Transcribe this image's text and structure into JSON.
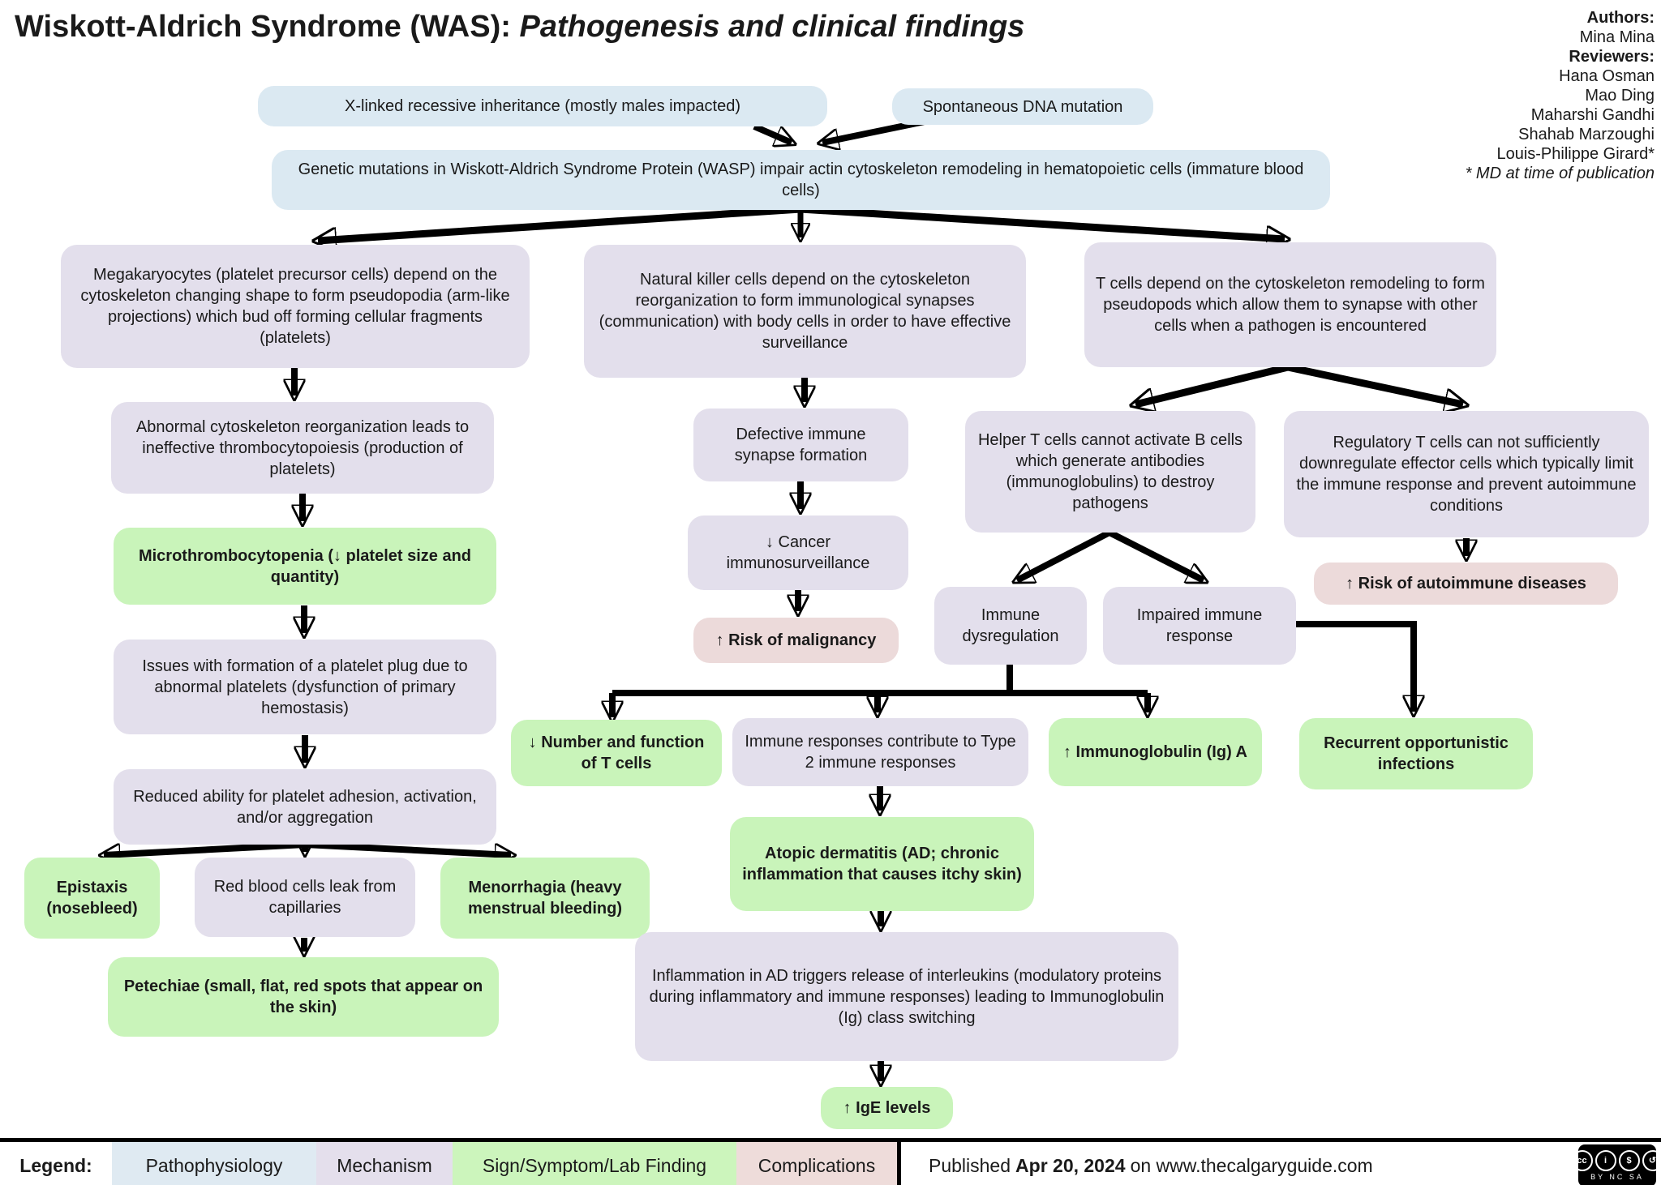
{
  "title": {
    "main": "Wiskott-Aldrich Syndrome (WAS): ",
    "italic": "Pathogenesis and clinical findings"
  },
  "credits": {
    "authors_label": "Authors:",
    "authors": [
      "Mina Mina"
    ],
    "reviewers_label": "Reviewers:",
    "reviewers": [
      "Hana Osman",
      "Mao Ding",
      "Maharshi Gandhi",
      "Shahab Marzoughi",
      "Louis-Philippe Girard*"
    ],
    "footnote": "* MD at time of publication"
  },
  "nodes": {
    "xlinked": "X-linked recessive inheritance (mostly males impacted)",
    "spontaneous": "Spontaneous DNA mutation",
    "genetic": "Genetic mutations in Wiskott-Aldrich Syndrome Protein (WASP) impair actin cytoskeleton remodeling in hematopoietic cells (immature blood cells)",
    "mega": "Megakaryocytes (platelet precursor cells) depend on the cytoskeleton changing shape to form pseudopodia (arm-like projections) which bud off forming cellular fragments (platelets)",
    "abnormal_cyto": "Abnormal cytoskeleton reorganization leads to ineffective thrombocytopoiesis (production of platelets)",
    "microthrombo": "Microthrombocytopenia (↓ platelet size and quantity)",
    "platelet_plug": "Issues with formation of a platelet plug due to abnormal platelets (dysfunction of primary hemostasis)",
    "reduced_platelet": "Reduced ability for platelet adhesion, activation, and/or aggregation",
    "epistaxis": "Epistaxis (nosebleed)",
    "rbc_leak": "Red blood cells leak from capillaries",
    "menorrhagia": "Menorrhagia (heavy menstrual bleeding)",
    "petechiae": "Petechiae (small, flat, red spots that appear on the skin)",
    "nk_cells": "Natural killer cells depend on the cytoskeleton reorganization to form immunological synapses (communication) with body cells in order to have effective surveillance",
    "defective_synapse": "Defective immune synapse formation",
    "cancer_immuno": "↓ Cancer immunosurveillance",
    "risk_malignancy": "↑ Risk of malignancy",
    "t_cells": "T cells depend on the cytoskeleton remodeling to form pseudopods which allow them to synapse with other cells when a pathogen is encountered",
    "helper_t": "Helper T cells cannot activate B cells which generate antibodies (immunoglobulins) to destroy pathogens",
    "regulatory_t": "Regulatory T cells can not sufficiently downregulate effector cells which typically limit the immune response and prevent autoimmune conditions",
    "risk_autoimmune": "↑ Risk of autoimmune diseases",
    "immune_dysreg": "Immune dysregulation",
    "impaired_immune": "Impaired immune response",
    "t_cell_number": "↓ Number and function of T cells",
    "type2": "Immune responses contribute to Type 2 immune responses",
    "iga": "↑ Immunoglobulin (Ig) A",
    "recurrent_infections": "Recurrent opportunistic infections",
    "atopic": "Atopic dermatitis (AD; chronic inflammation that causes itchy skin)",
    "interleukins": "Inflammation in AD triggers release of interleukins (modulatory proteins during inflammatory and immune responses) leading to Immunoglobulin (Ig) class switching",
    "ige": "↑ IgE levels"
  },
  "legend": {
    "label": "Legend:",
    "items": [
      {
        "label": "Pathophysiology",
        "color": "#dfeaf2"
      },
      {
        "label": "Mechanism",
        "color": "#e4dfec"
      },
      {
        "label": "Sign/Symptom/Lab Finding",
        "color": "#ccf5bc"
      },
      {
        "label": "Complications",
        "color": "#eedcda"
      }
    ]
  },
  "footer": {
    "published_prefix": "Published",
    "published_date": "Apr 20, 2024",
    "published_suffix": "on www.thecalgaryguide.com",
    "license": {
      "icon_glyphs": [
        "cc",
        "i",
        "$",
        "↺"
      ],
      "caption": "BY NC SA"
    }
  },
  "colors": {
    "pathophysiology": "#dbe9f2",
    "mechanism": "#e3dfec",
    "sign_symptom": "#c9f4ba",
    "complications": "#ecdada",
    "arrow": "#000000"
  }
}
